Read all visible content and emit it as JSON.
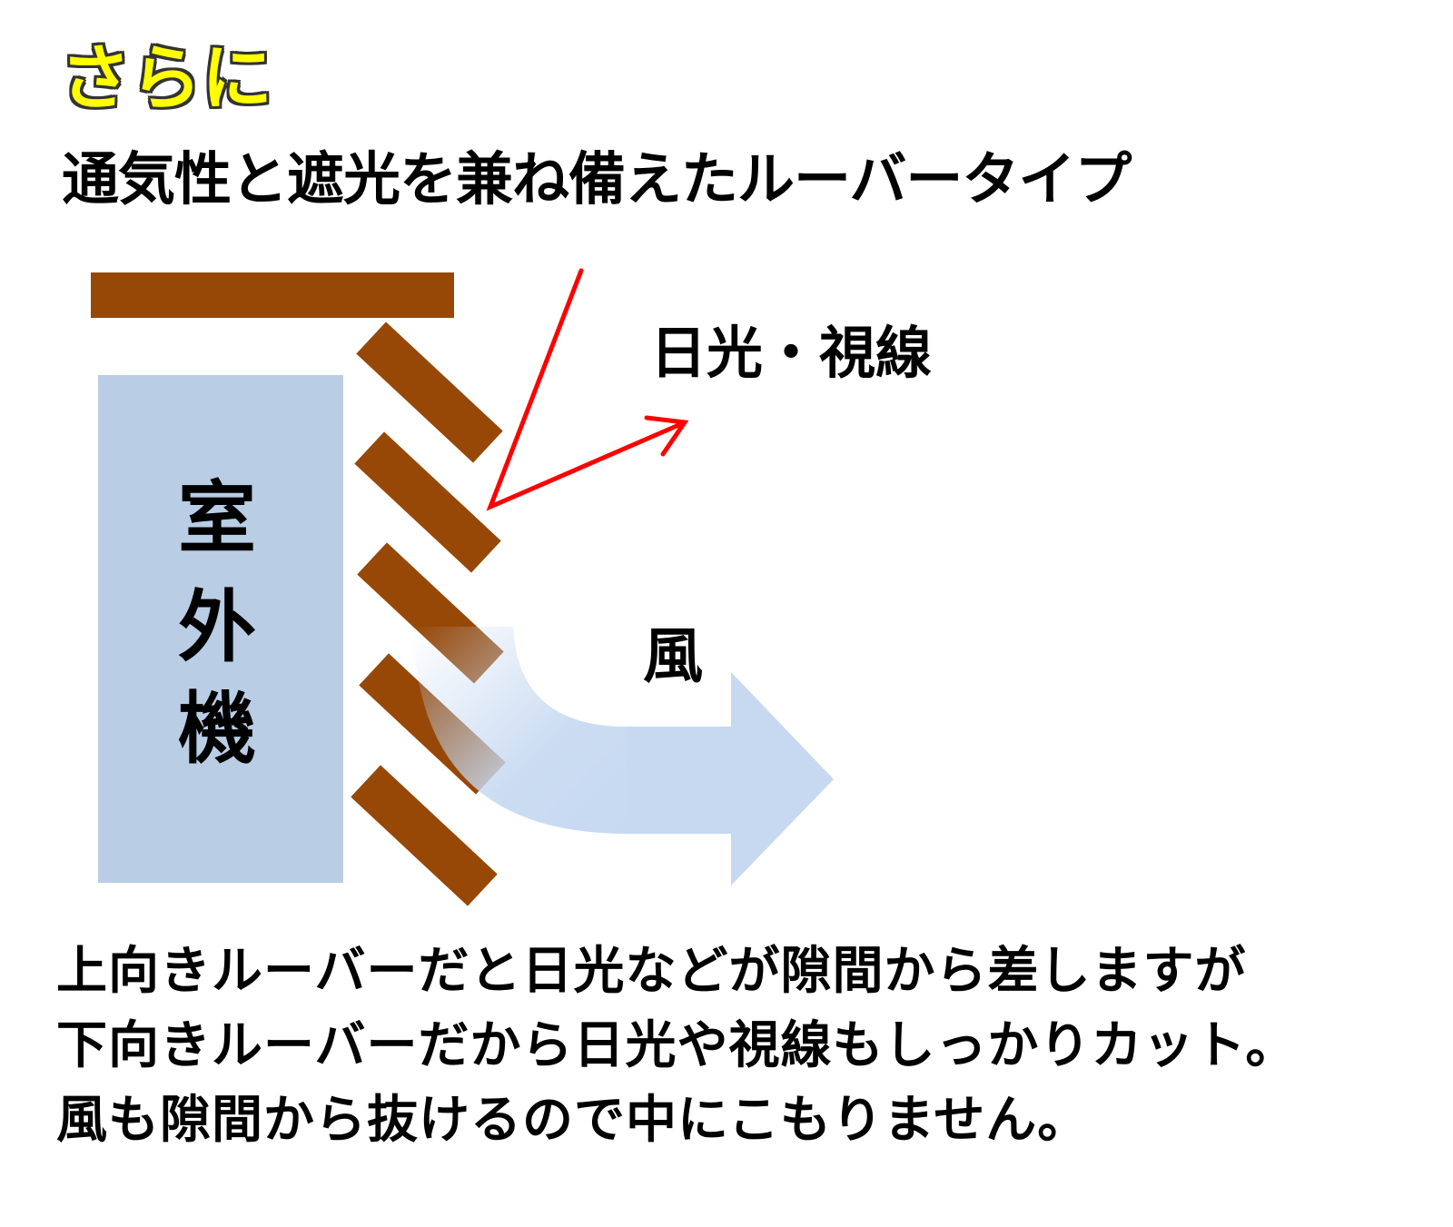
{
  "heading": "さらに",
  "subtitle": "通気性と遮光を兼ね備えたルーバータイプ",
  "outdoor_unit_label": [
    "室",
    "外",
    "機"
  ],
  "sunlight_label": "日光・視線",
  "wind_label": "風",
  "description": [
    "上向きルーバーだと日光などが隙間から差しますが",
    "下向きルーバーだから日光や視線もしっかりカット。",
    "風も隙間から抜けるので中にこもりません。"
  ],
  "colors": {
    "heading": "#ffff00",
    "louver": "#974806",
    "outdoor_unit": "#b9cde5",
    "sunlight_arrow": "#ff0000",
    "wind_arrow": "#c6d9f1"
  }
}
